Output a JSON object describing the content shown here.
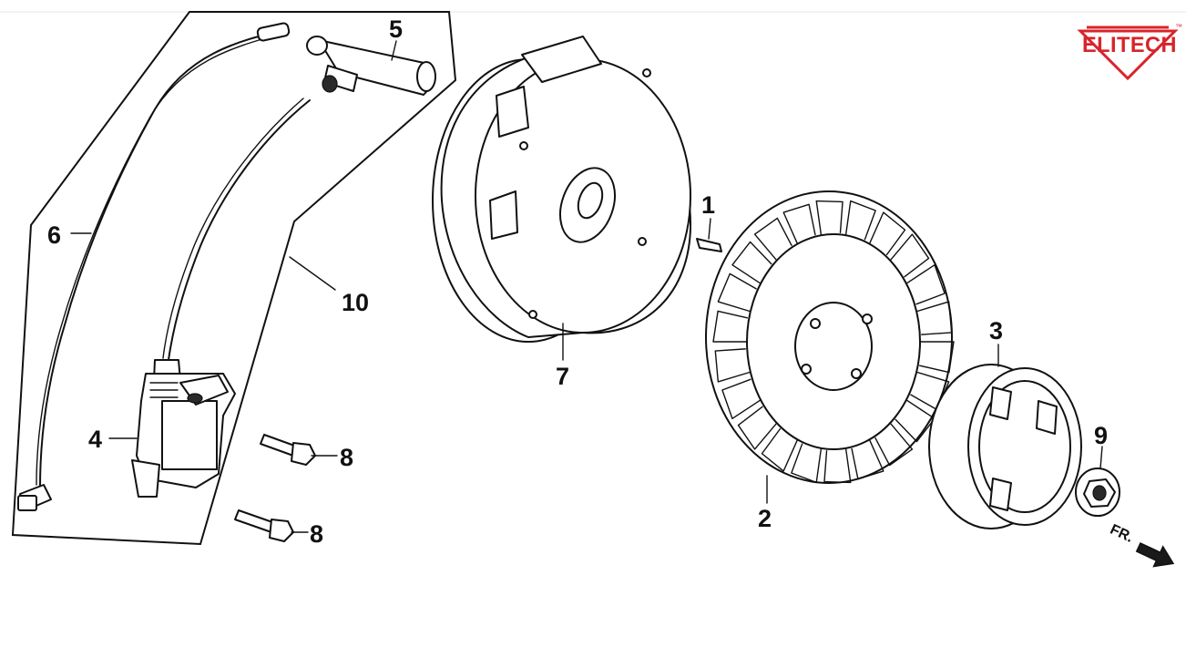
{
  "brand": {
    "logo_text": "ELITECH",
    "trademark": "™",
    "color": "#d9232a"
  },
  "direction_marker": {
    "label": "FR."
  },
  "callouts": {
    "c1": "1",
    "c2": "2",
    "c3": "3",
    "c4": "4",
    "c5": "5",
    "c6": "6",
    "c7": "7",
    "c8a": "8",
    "c8b": "8",
    "c9": "9",
    "c10": "10"
  },
  "parts": [
    "flywheel-key",
    "cooling-fan",
    "starter-pulley",
    "ignition-coil",
    "spark-plug-cap",
    "stop-switch-wire",
    "flywheel",
    "flange-bolt",
    "flange-nut",
    "ignition-coil-assembly"
  ]
}
